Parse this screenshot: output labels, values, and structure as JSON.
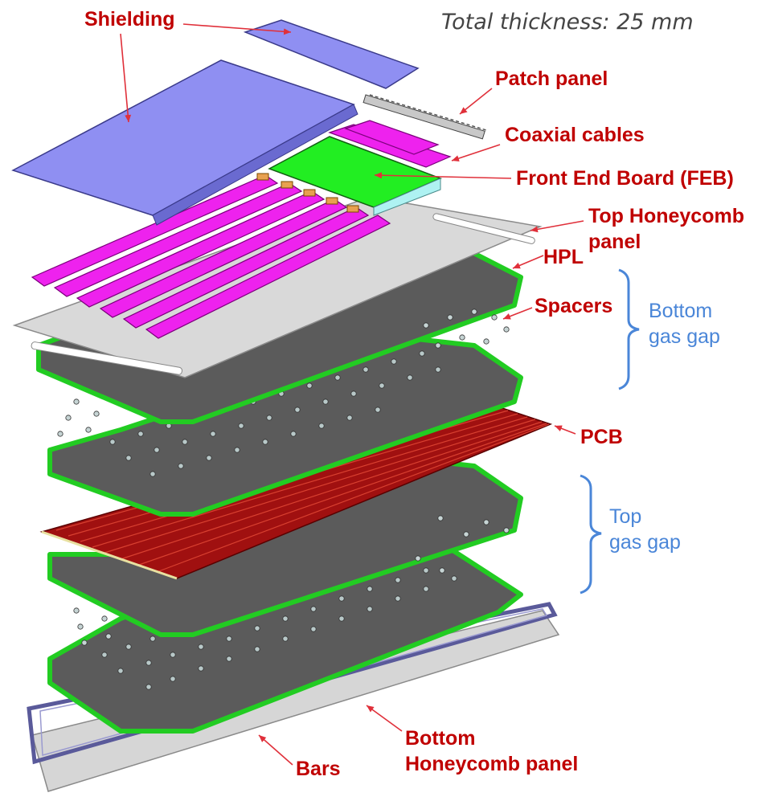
{
  "title": "Total thickness: 25 mm",
  "labels": {
    "shielding": "Shielding",
    "patch_panel": "Patch panel",
    "coaxial_cables": "Coaxial cables",
    "feb": "Front End Board (FEB)",
    "top_honeycomb_line1": "Top Honeycomb",
    "top_honeycomb_line2": "panel",
    "hpl": "HPL",
    "spacers": "Spacers",
    "bottom_gas_gap_line1": "Bottom",
    "bottom_gas_gap_line2": "gas gap",
    "pcb": "PCB",
    "top_gas_gap_line1": "Top",
    "top_gas_gap_line2": "gas gap",
    "bottom_honeycomb_line1": "Bottom",
    "bottom_honeycomb_line2": "Honeycomb panel",
    "bars": "Bars"
  },
  "colors": {
    "label_red": "#c00000",
    "label_blue": "#4a86d8",
    "hpl_green": "#22cc22",
    "hpl_dark": "#5b5b5b",
    "pcb_red": "#a01010",
    "shielding": "#8f8ff2",
    "feb": "#22ee22",
    "cables": "#ee22ee",
    "honeycomb": "#d6d6d6",
    "bars": "#5a5a9a"
  }
}
